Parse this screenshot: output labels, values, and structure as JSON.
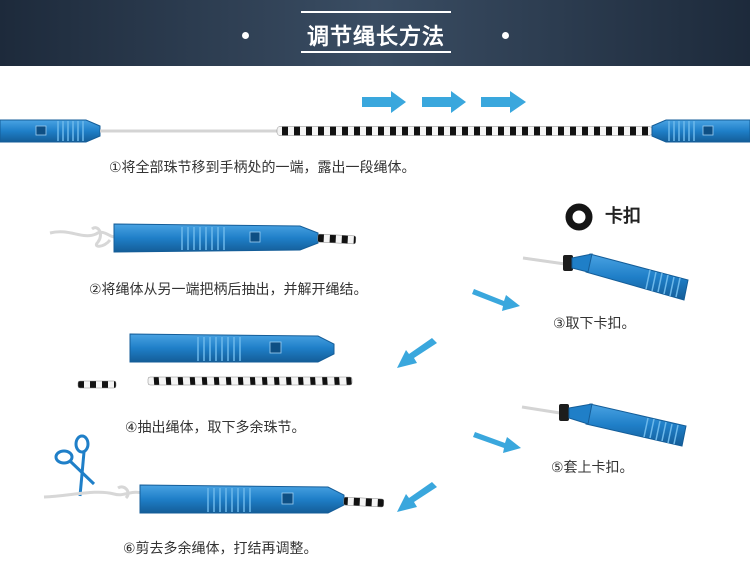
{
  "header": {
    "title": "调节绳长方法",
    "background_color": "#2f3f52"
  },
  "steps": [
    {
      "caption": "①将全部珠节移到手柄处的一端，露出一段绳体。"
    },
    {
      "caption": "②将绳体从另一端把柄后抽出，并解开绳结。"
    },
    {
      "caption": "③取下卡扣。"
    },
    {
      "caption": "④抽出绳体，取下多余珠节。"
    },
    {
      "caption": "⑤套上卡扣。"
    },
    {
      "caption": "⑥剪去多余绳体，打结再调整。"
    }
  ],
  "clip_label": "卡扣",
  "colors": {
    "handle": "#1f7fc8",
    "arrow": "#3aa7dd",
    "bead_dark": "#111111"
  },
  "icons": [
    "handle-icon",
    "rope-bead-icon",
    "arrow-icon",
    "clip-ring-icon",
    "scissors-icon"
  ]
}
